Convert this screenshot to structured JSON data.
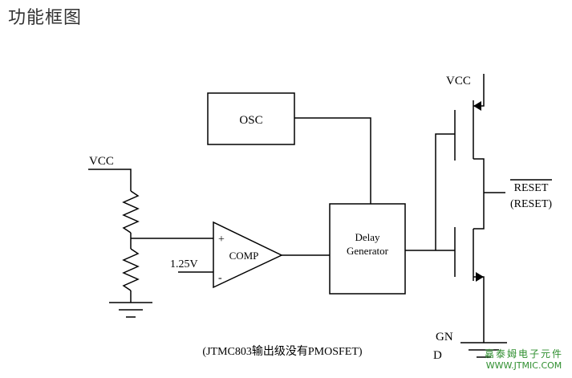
{
  "heading": "功能框图",
  "blocks": {
    "osc": "OSC",
    "delay_line1": "Delay",
    "delay_line2": "Generator",
    "comp": "COMP"
  },
  "labels": {
    "vcc_left": "VCC",
    "vcc_right": "VCC",
    "ref": "1.25V",
    "plus": "+",
    "minus": "-",
    "reset": "RESET",
    "reset_alt": "(RESET)",
    "gnd_line1": "GN",
    "gnd_line2": "D",
    "caption": "(JTMC803输出级没有PMOSFET)"
  },
  "watermark": {
    "line1": "嘉泰姆电子元件",
    "line2": "WWW.JTMIC.COM"
  }
}
